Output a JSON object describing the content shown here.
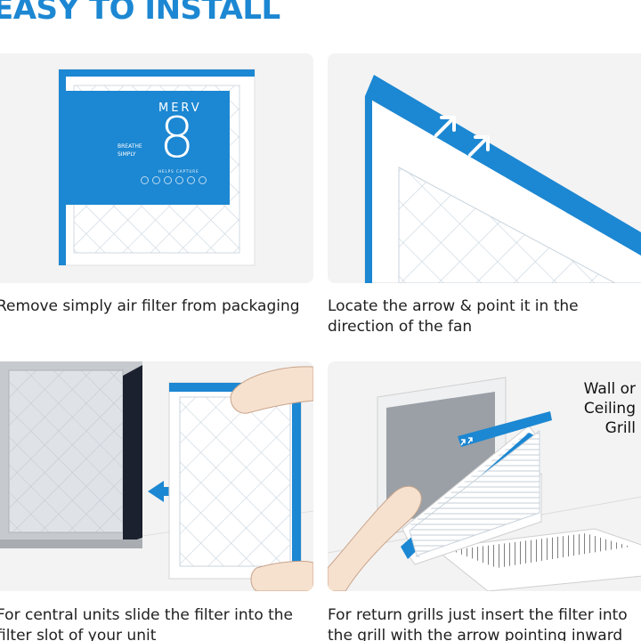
{
  "header": {
    "title": "EASY TO INSTALL"
  },
  "steps": [
    {
      "caption": "Remove simply air filter from packaging"
    },
    {
      "caption": "Locate the arrow & point it in the direction of the fan"
    },
    {
      "caption": "For central units slide the filter into the filter slot of your unit"
    },
    {
      "caption": "For return grills just insert the filter into the grill with the arrow pointing inward"
    }
  ],
  "package": {
    "rating_word": "MERV",
    "rating_number": "8",
    "tagline": "BREATHE SIMPLY",
    "subline": "HELPS CAPTURE"
  },
  "grill_label": {
    "line1": "Wall or",
    "line2": "Ceiling",
    "line3": "Grill"
  },
  "colors": {
    "brand_blue": "#1c87d2",
    "panel_bg": "#f3f3f3",
    "mesh": "#c9d6e0"
  }
}
